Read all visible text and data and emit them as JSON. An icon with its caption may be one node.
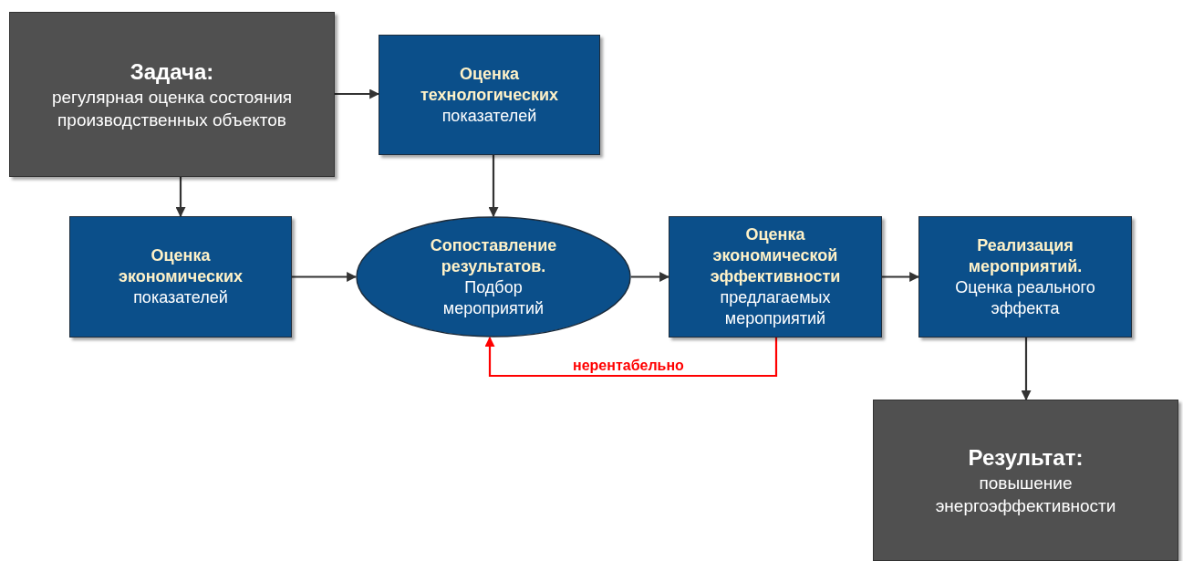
{
  "diagram": {
    "nodes": [
      {
        "text": [
          "Задача:",
          "регулярная оценка состояния производственных объектов"
        ]
      },
      {
        "text": [
          "Оценка технологических",
          "показателей"
        ]
      },
      {
        "text": [
          "Оценка экономических",
          "показателей"
        ]
      },
      {
        "text": [
          "Сопоставление результатов.",
          "Подбор мероприятий"
        ]
      },
      {
        "text": [
          "Оценка экономической эффективности",
          "предлагаемых мероприятий"
        ]
      },
      {
        "text": [
          "Реализация мероприятий.",
          "Оценка реального эффекта"
        ]
      },
      {
        "text": [
          "Результат:",
          "повышение энергоэффективности"
        ]
      }
    ],
    "edges": [
      {
        "from": 0,
        "to": 1,
        "arrow": "to"
      },
      {
        "from": 0,
        "to": 2,
        "arrow": "to"
      },
      {
        "from": 1,
        "to": 3,
        "arrow": "to"
      },
      {
        "from": 2,
        "to": 3,
        "arrow": "to"
      },
      {
        "from": 3,
        "to": 4,
        "arrow": "to"
      },
      {
        "from": 4,
        "to": 5,
        "arrow": "to"
      },
      {
        "from": 5,
        "to": 6,
        "arrow": "to"
      },
      {
        "from": 4,
        "to": 3,
        "arrow": "to",
        "label": "нерентабельно",
        "color": "#ff0000"
      }
    ]
  }
}
